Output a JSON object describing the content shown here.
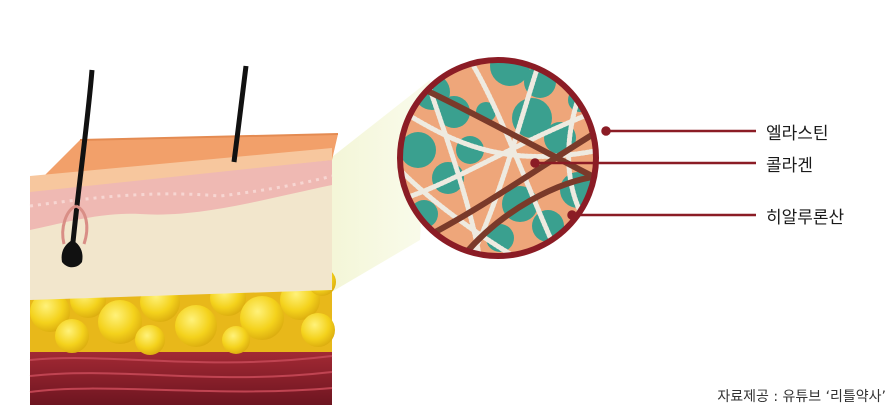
{
  "labels": {
    "elastin": "엘라스틴",
    "collagen": "콜라겐",
    "hyaluronic_acid": "히알루론산"
  },
  "credit": "자료제공 : 유튜브 ‘리틀약사’",
  "colors": {
    "epidermis": "#f2a06a",
    "dermis_pink": "#efb9b3",
    "dermis_cream": "#f2e6cc",
    "fat_yellow": "#f4d21c",
    "muscle_red": "#8f1f2a",
    "magnifier_ring": "#8b1c25",
    "collagen_fiber": "#7a3a2a",
    "elastin_fiber": "#e8e3d6",
    "hyaluronic_blob": "#3aa08f",
    "pointer_line": "#8b1c25"
  }
}
